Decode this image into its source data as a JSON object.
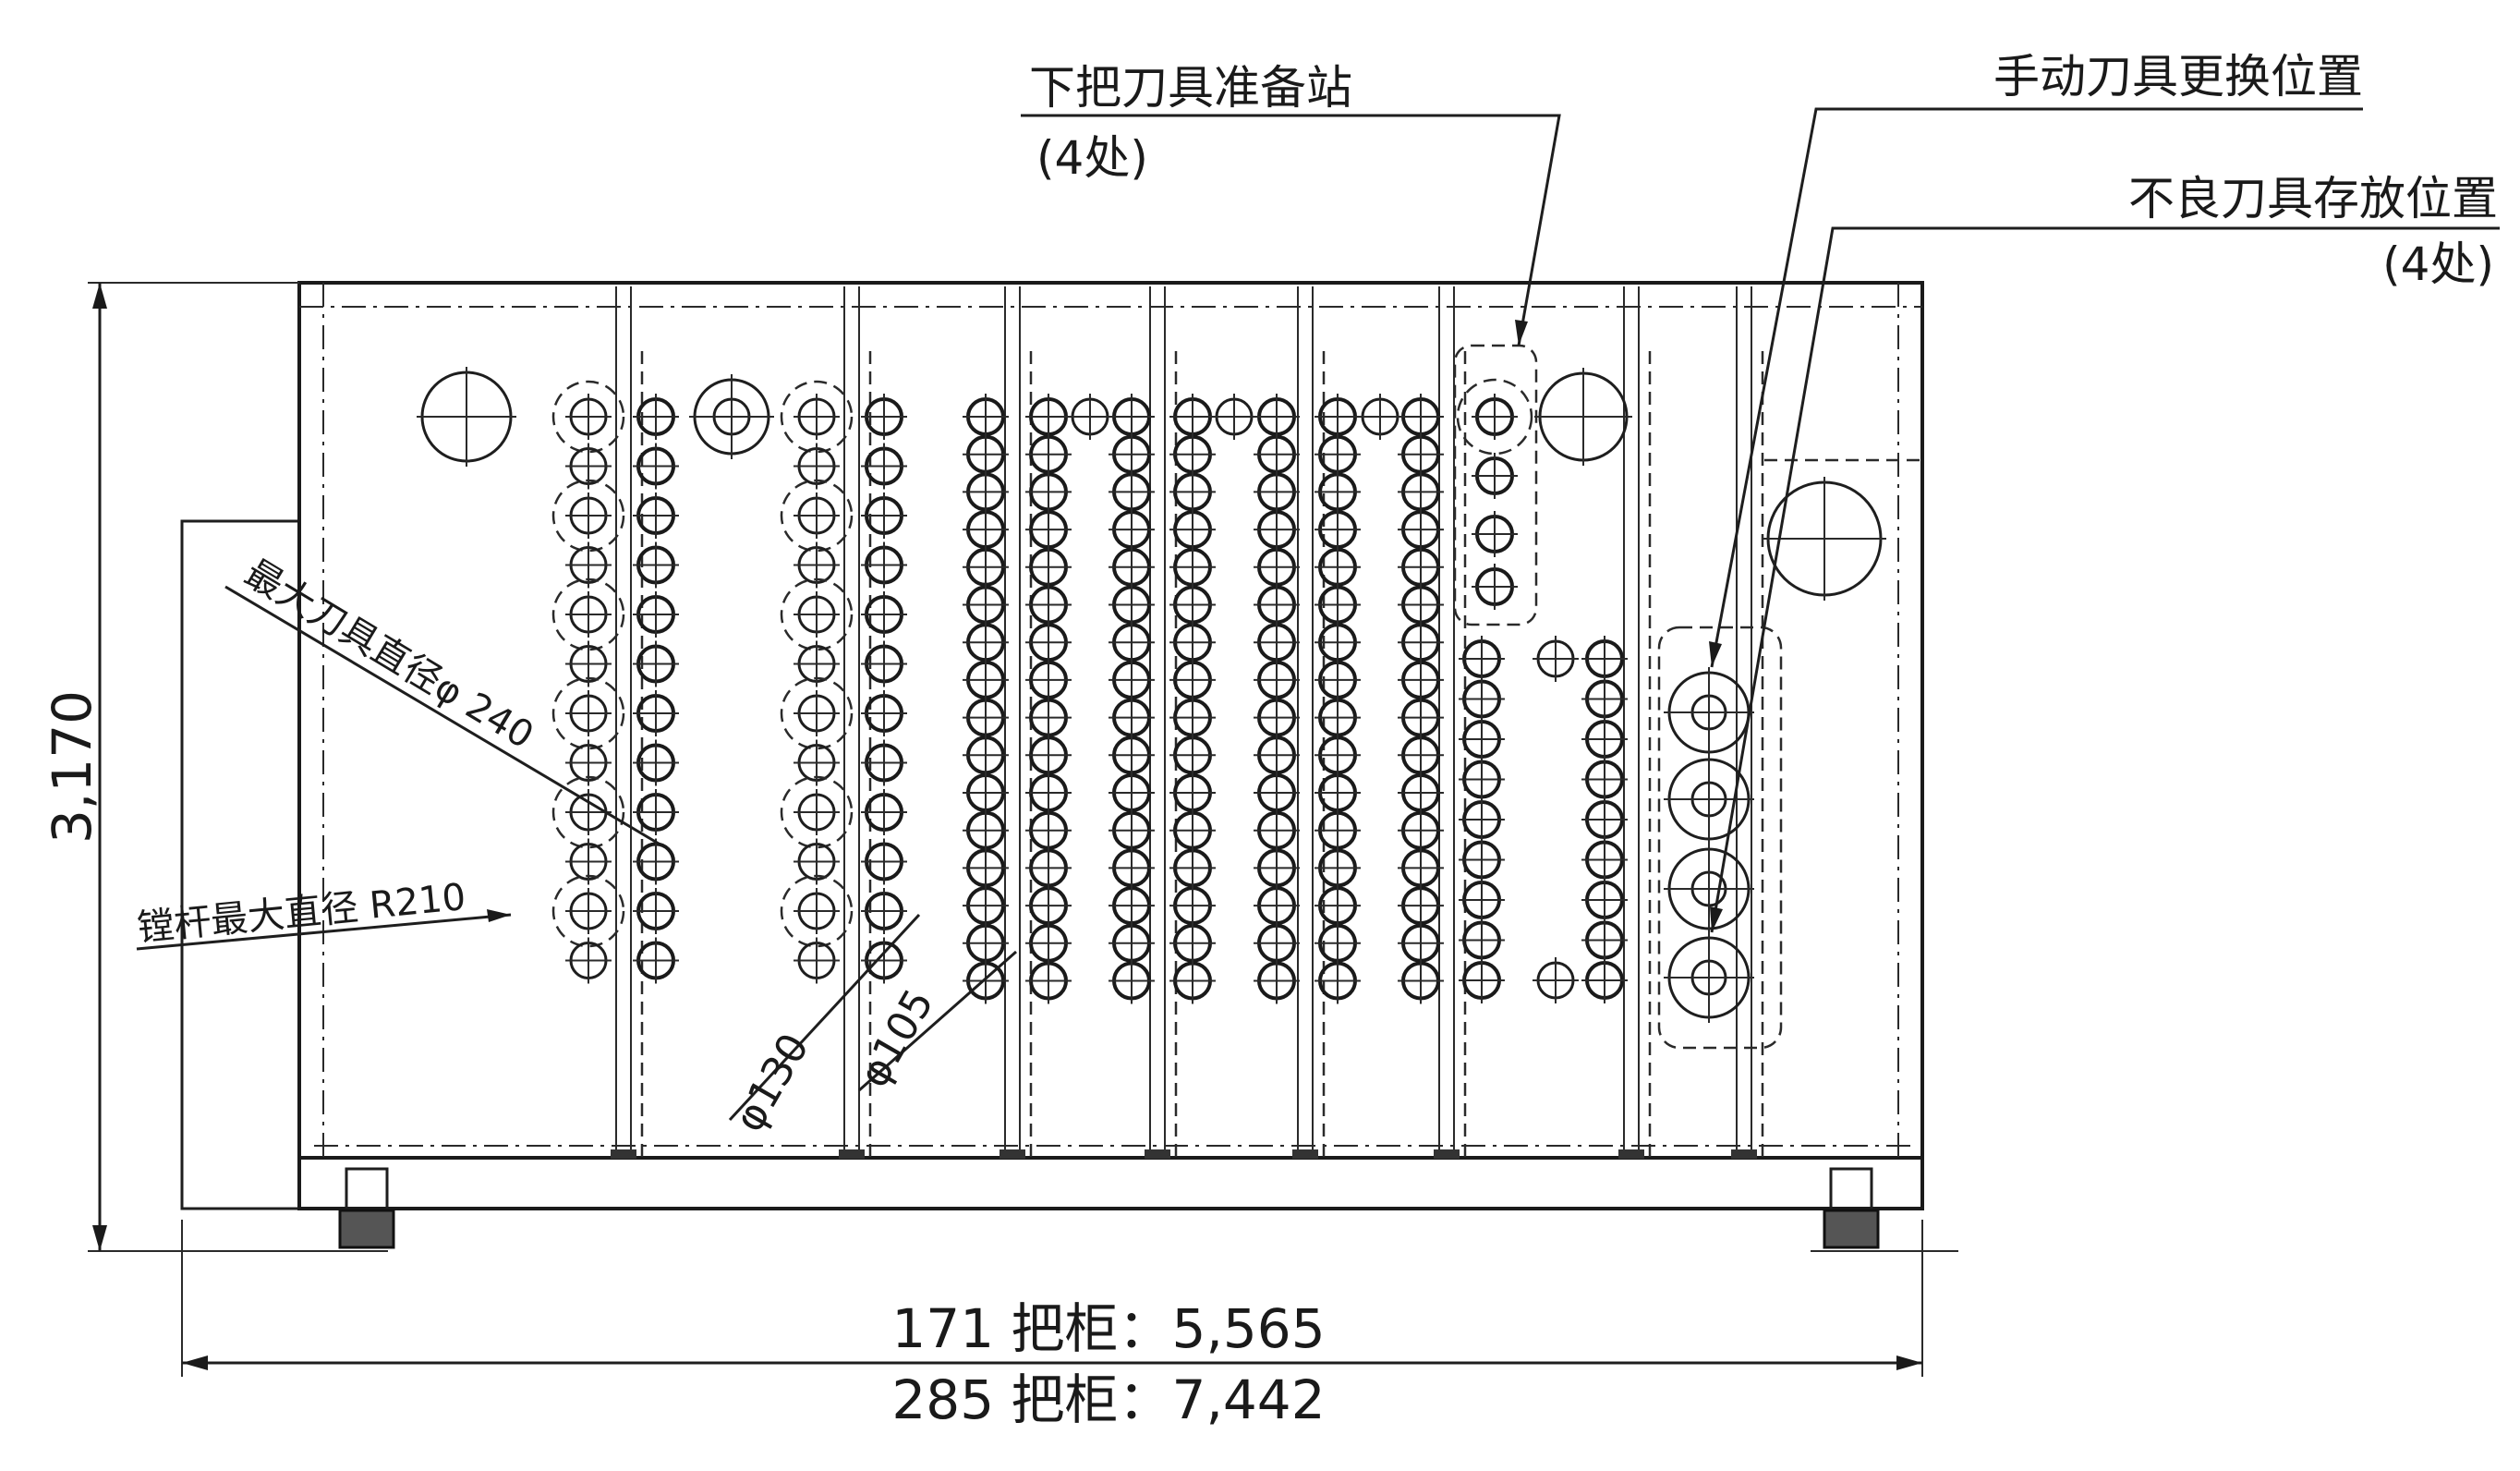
{
  "labels": {
    "prep_station": "下把刀具准备站",
    "prep_station_count": "(4处)",
    "manual_change": "手动刀具更换位置",
    "defective_storage": "不良刀具存放位置",
    "defective_storage_count": "(4处)",
    "max_tool_diameter": "最大刀具直径φ 240",
    "boring_bar_max": "镗杆最大直径 R210",
    "phi130": "φ130",
    "phi105": "φ105"
  },
  "dimensions": {
    "height": "3,170",
    "width_171": "171 把柜：5,565",
    "width_285": "285 把柜：7,442"
  },
  "colors": {
    "panel": "#d9e0e5",
    "line": "#1a1a1a"
  }
}
